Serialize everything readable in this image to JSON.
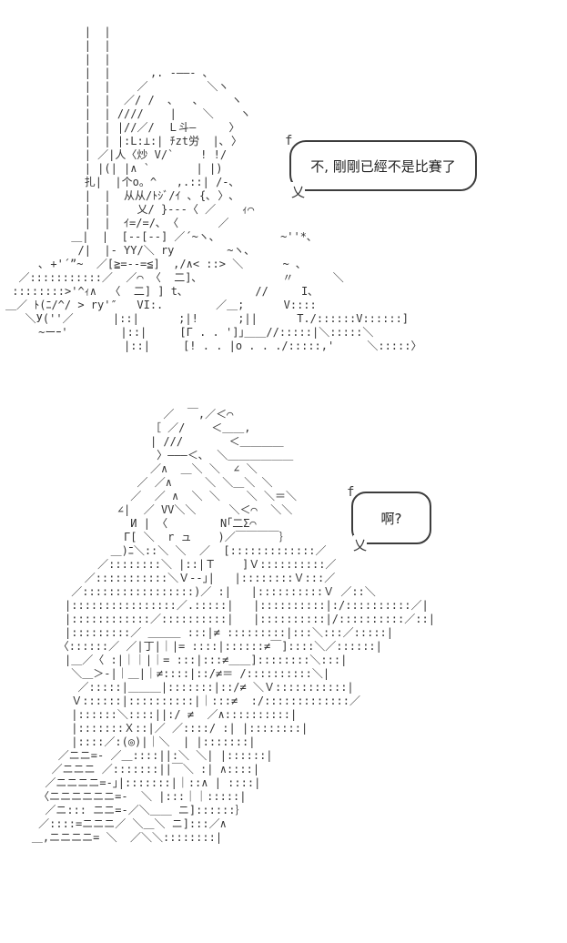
{
  "page": {
    "background_color": "#ffffff",
    "ink_color": "#333333"
  },
  "speech_bubbles": [
    {
      "text": "不, 剛剛已經不是比賽了",
      "tail_top_glyph": "f",
      "tail_bottom_glyph": "乂"
    },
    {
      "text": "啊?",
      "tail_top_glyph": "f",
      "tail_bottom_glyph": "乂"
    }
  ],
  "ascii_art": {
    "panel1_lines": [
      "            |  |",
      "            |  |",
      "            |  |",
      "            |  |      ,. -――- ､",
      "            |  |    ／         ＼ヽ",
      "            |  |  ／/ /  ､   ､     ヽ",
      "            |  | ////    |    ＼    ヽ",
      "            |  | |//／/  Ｌ斗―     〉",
      "            |  | |:L:⊥:| ﾁzt労  |､ 〉",
      "            | ／|人〈炒 V/`    ! !/",
      "            | |(| |∧ `       | |)",
      "            扎|  |个o。^   ,.::| /-､",
      "            |  |  从从/ﾄｼﾞ/ｲ ､ {､ 〉､",
      "            |  |    乂/ }---〈 ／    ｨ⌒",
      "            |  |  ｲ=/=/､ 〈      ／",
      "          ＿|  |  [-‐[-‐] ／´~ヽ､          ~''*､",
      "           /|  |- YY/＼ ry        ~ヽ､",
      "     ､ +'´”~  ／[≧=--=≦]  ,/∧< ::> ＼      ~ ､",
      "  ／:::::::::::／  ／⌒ 〈  二]､             〃      ＼",
      " ::::::::>'^ｨ∧  〈  二] ] t､           //     I､",
      "＿／ ﾄ(ﾆ/^/ > ry'″   VI:.        ／＿;      V::::",
      "   ＼У(''／      |::|      ;|!      ;||      T./::::::V::::::]",
      "     ~ーｰ'        |::|     [Γ . . ']｣＿＿//:::::|＼:::::＼",
      "                  |::|     [! . . |o . . ./:::::,'     ＼:::::〉"
    ],
    "panel2_lines": [
      "                        ／  ￣,／＜⌒",
      "                      ［ ／/    ＜＿＿,",
      "                      | ///       ＜＿＿＿＿",
      "                       〉―――＜､  ＼＿＿＿＿＿＿",
      "                      ／∧  ＿＼ ＼  ∠ ＼",
      "                    ／ ／∧     ＼ ＼＿＼ ＼",
      "                   ／  ／ ∧  ＼ ＼    ＼ ＼＝＼",
      "                 ∠|  ／ VV＼＼     ＼＜⌒  ＼＼",
      "                   И | 〈        N｢二Σ⌒",
      "                  Γ[ ＼  r ュ    )／￣￣￣￣｝",
      "                ＿)ﾆ＼::＼ ＼  ／  [:::::::::::::／",
      "              ／::::::::＼ |::|Ｔ    ]Ｖ::::::::::／",
      "            ／:::::::::::＼Ｖ--｣|   |::::::::Ｖ:::／",
      "          ／:::::::::::::::::)／ :|   |::::::::::Ｖ ／::＼",
      "         |::::::::::::::::／.:::::|   |::::::::::|:/::::::::::／|",
      "         |::::::::::::／::::::::::|   |::::::::::|/::::::::::／::|",
      "         |:::::::::／ ＿＿＿ :::|≠ :::::::::|:::＼:::／:::::|",
      "        〈::::::／ ／|丁|｜|= ::::|::::::≠￣]::::＼／::::::|",
      "         |＿／〈 :|｜｜|｜= :::|:::≠＿＿]::::::::＼:::|",
      "          ＼＿＞-|｜＿|｜≠::::|::/≠＝ /::::::::::＼|",
      "           ／:::::|＿＿＿|:::::::|::/≠ ＼Ｖ:::::::::::|",
      "          Ｖ::::::|::::::::::|｜:::≠  :/:::::::::::::／",
      "          |::::::＼::::||:/ ≠  ／∧::::::::::|",
      "          |:::::::Ｘ::|／ ／::::/ :| |::::::::|",
      "          |::::／:(◎)|｜＼  | |:::::::|",
      "        ／ニニ=- ／＿::::||:＼ ＼| |::::::|",
      "       ／ニニニ ／:::::::||￣＼ :| ∧::::|",
      "      ／ニニニニ=-｣|:::::::|｜::∧ | ::::|",
      "     〈ニニニニニニ=-  ＼ |:::｜｜:::::|",
      "      ／ニ::: ニニ=-／＼＿＿ ニ]::::::｝",
      "     ／::::=ニニニ／ ＼＿＼ ニ]:::／∧",
      "    ＿,ニニニニ= ＼  ／＼＼::::::::|"
    ]
  }
}
